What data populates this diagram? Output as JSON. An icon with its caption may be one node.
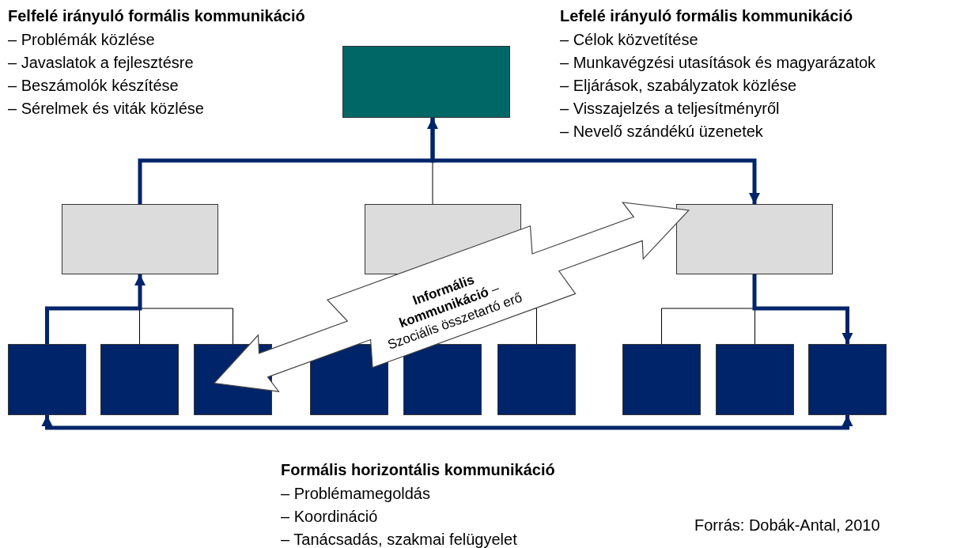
{
  "diagram": {
    "nodes": [
      {
        "text": [],
        "shape": "box"
      },
      {
        "text": [],
        "shape": "box"
      },
      {
        "text": [],
        "shape": "box"
      },
      {
        "text": [],
        "shape": "box"
      },
      {
        "text": [],
        "shape": "box"
      },
      {
        "text": [],
        "shape": "box"
      },
      {
        "text": [],
        "shape": "box"
      },
      {
        "text": [],
        "shape": "box"
      },
      {
        "text": [],
        "shape": "box"
      },
      {
        "text": [],
        "shape": "box"
      },
      {
        "text": [],
        "shape": "box"
      },
      {
        "text": [],
        "shape": "box"
      },
      {
        "text": [],
        "shape": "box"
      }
    ],
    "edges": [
      {
        "from": 4,
        "to": 1,
        "arrow": "to",
        "style": "thick",
        "color": "#002469"
      },
      {
        "from": 1,
        "to": 0,
        "arrow": "to",
        "style": "thick",
        "color": "#002469"
      },
      {
        "from": 0,
        "to": 3,
        "arrow": "to",
        "style": "thick",
        "color": "#002469"
      },
      {
        "from": 3,
        "to": 12,
        "arrow": "to",
        "style": "thick",
        "color": "#002469"
      },
      {
        "from": 4,
        "to": 12,
        "arrow": "both",
        "style": "thick",
        "color": "#002469"
      },
      {
        "from": 0,
        "to": 2,
        "arrow": "none"
      },
      {
        "from": 1,
        "to": 5,
        "arrow": "none"
      },
      {
        "from": 1,
        "to": 6,
        "arrow": "none"
      },
      {
        "from": 2,
        "to": 9,
        "arrow": "none"
      },
      {
        "from": 3,
        "to": 10,
        "arrow": "none"
      },
      {
        "from": 3,
        "to": 11,
        "arrow": "none"
      },
      {
        "from": 6,
        "to": 3,
        "arrow": "both",
        "label": "**Informális kommunikáció** – Szociális összetartó erő"
      }
    ],
    "labels": [
      "Felfelé irányuló formális kommunikáció",
      "– Problémák közlése",
      "– Javaslatok a fejlesztésre",
      "– Beszámolók készítése",
      "– Sérelmek és viták közlése",
      "Lefelé irányuló formális kommunikáció",
      "– Célok közvetítése",
      "– Munkavégzési utasítások és magyarázatok",
      "– Eljárások, szabályzatok közlése",
      "– Visszajelzés a teljesítményről",
      "– Nevelő szándékú üzenetek",
      "Formális horizontális kommunikáció",
      "– Problémamegoldás",
      "– Koordináció",
      "– Tanácsadás, szakmai felügyelet",
      "Forrás: Dobák-Antal, 2010"
    ]
  }
}
